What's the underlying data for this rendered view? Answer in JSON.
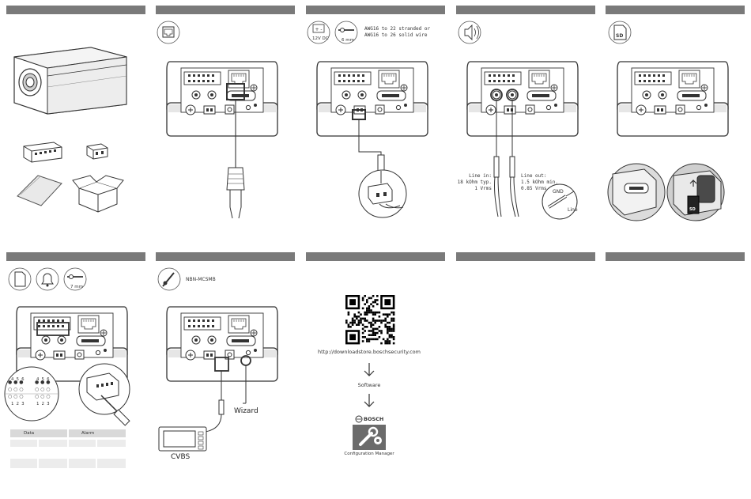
{
  "panel2": {
    "icon": "ethernet-port-icon"
  },
  "panel3": {
    "power_label": "12V DC",
    "strip_label": "6 mm",
    "awg_line1": "AWG16 to 22 stranded or",
    "awg_line2": "AWG16 to 26 solid wire"
  },
  "panel4": {
    "icon": "speaker-icon",
    "line_in_1": "Line in:",
    "line_in_2": "18 kOhm typ.",
    "line_in_3": "1 Vrms",
    "line_out_1": "Line out:",
    "line_out_2": "1.5 kOhm min.",
    "line_out_3": "0.85 Vrms",
    "gnd": "GND",
    "line": "Line"
  },
  "panel5": {
    "sd_icon_label": "SD",
    "sd_card_label": "SD"
  },
  "panel6": {
    "strip_label": "7 mm",
    "io_top_left": "4 5 6",
    "io_top_right": "4 5 6",
    "io_bottom_left": "1 2 3",
    "io_bottom_right": "1 2 3",
    "data_label": "Data",
    "alarm_label": "Alarm"
  },
  "panel7": {
    "connector": "NBN-MCSMB",
    "wizard": "Wizard",
    "cvbs": "CVBS"
  },
  "panel8": {
    "url": "http://downloadstore.boschsecurity.com",
    "software": "Software",
    "brand": "BOSCH",
    "app_name": "Configuration Manager"
  }
}
